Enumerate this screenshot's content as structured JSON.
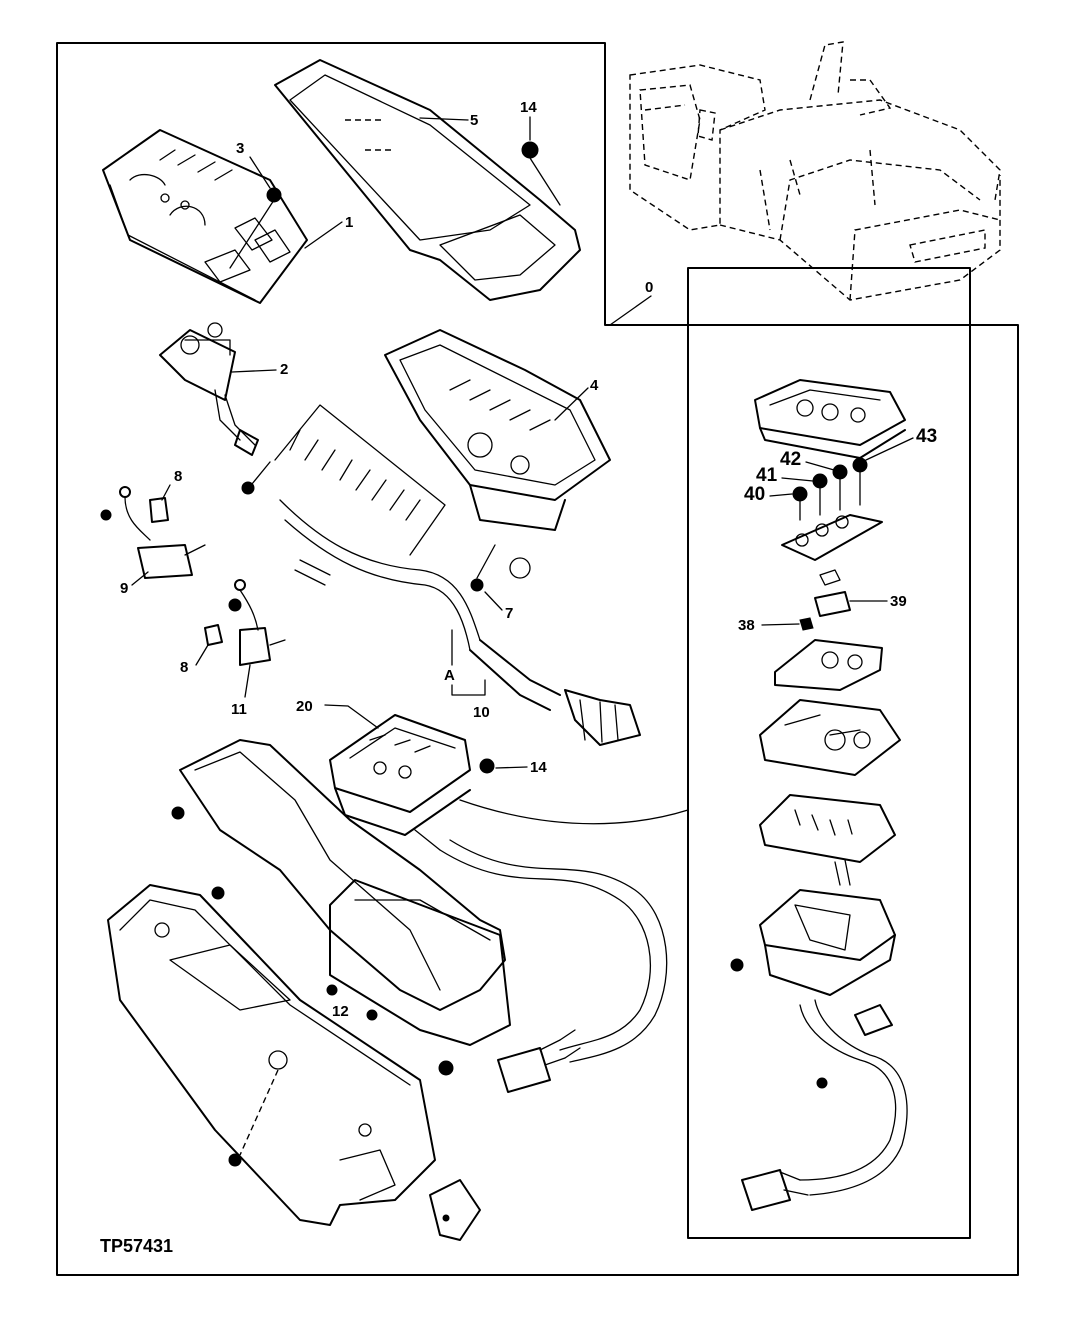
{
  "figure": {
    "reference": "TP57431"
  },
  "callouts": {
    "c0": "0",
    "c1": "1",
    "c2": "2",
    "c3": "3",
    "c4": "4",
    "c5": "5",
    "c7": "7",
    "c8a": "8",
    "c8b": "8",
    "c9": "9",
    "c10": "10",
    "c11": "11",
    "c12": "12",
    "c14a": "14",
    "c14b": "14",
    "c20": "20",
    "cA": "A",
    "c38": "38",
    "c39": "39",
    "c40": "40",
    "c41": "41",
    "c42": "42",
    "c43": "43"
  }
}
